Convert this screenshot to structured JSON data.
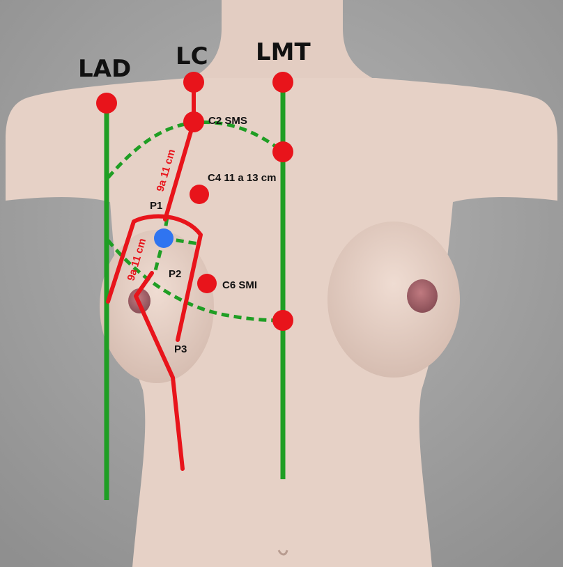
{
  "diagram": {
    "colors": {
      "background": "#a9a9a9",
      "skin": "#e7d3c8",
      "areola": "#a0606a",
      "line_green": "#1f9e24",
      "marker_red": "#e8141b",
      "marker_blue": "#2f74f0",
      "text": "#111111"
    },
    "reference_lines": {
      "lad": "LAD",
      "lc": "LC",
      "lmt": "LMT"
    },
    "points": {
      "c2": "C2 SMS",
      "c4": "C4 11 a 13 cm",
      "c6": "C6 SMI",
      "p1": "P1",
      "p2": "P2",
      "p3": "P3"
    },
    "distances": {
      "upper": "9a 11 cm",
      "lower": "9a 11 cm"
    }
  }
}
